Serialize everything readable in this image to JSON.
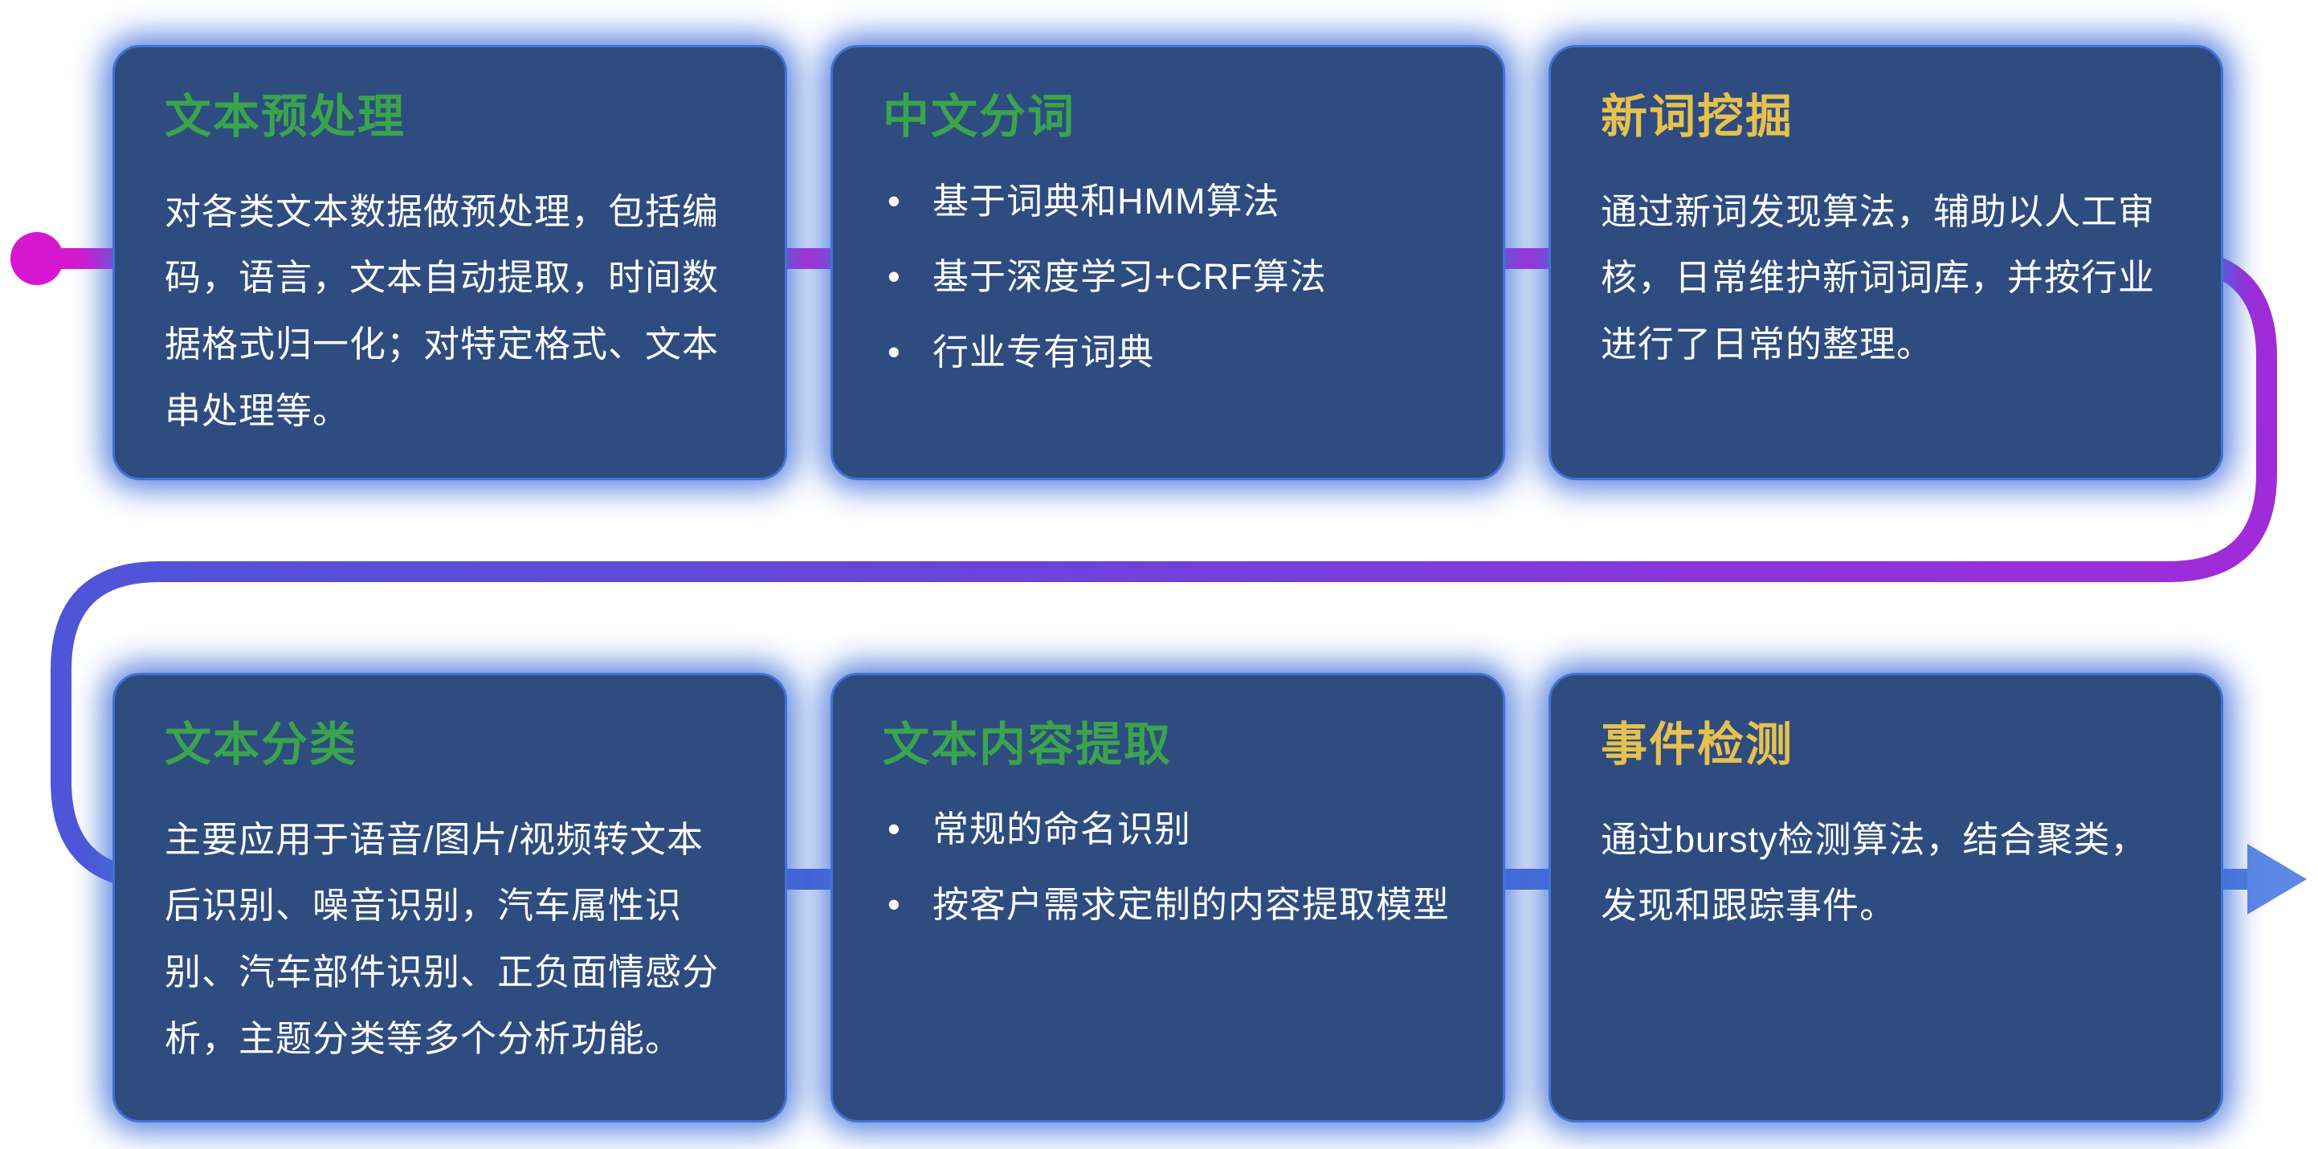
{
  "page": {
    "background": "#ffffff",
    "description_colors": {
      "card_background": "#2e4c80",
      "card_glow_blue": "#3e70da",
      "title_green": "#3aa44c",
      "title_yellow": "#e6c14e",
      "body_text": "#ffffff"
    }
  },
  "flow": {
    "start_dot_color": "#d518cf",
    "line_magenta": "#cb1cd1",
    "line_purple": "#9b32d8",
    "line_blue": "#4a60d6",
    "line_end_blue": "#4f7edd",
    "arrow_color": "#5d87e4"
  },
  "cards": [
    {
      "id": "text-preprocessing",
      "title": "文本预处理",
      "title_color": "#3aa44c",
      "body": "对各类文本数据做预处理，包括编码，语言，文本自动提取，时间数据格式归一化；对特定格式、文本串处理等。"
    },
    {
      "id": "chinese-word-segmentation",
      "title": "中文分词",
      "title_color": "#3aa44c",
      "bullets": [
        "基于词典和HMM算法",
        "基于深度学习+CRF算法",
        "行业专有词典"
      ]
    },
    {
      "id": "new-word-mining",
      "title": "新词挖掘",
      "title_color": "#e6c14e",
      "body": "通过新词发现算法，辅助以人工审核，日常维护新词词库，并按行业进行了日常的整理。"
    },
    {
      "id": "text-classification",
      "title": "文本分类",
      "title_color": "#3aa44c",
      "body": "主要应用于语音/图片/视频转文本后识别、噪音识别，汽车属性识别、汽车部件识别、正负面情感分析，主题分类等多个分析功能。"
    },
    {
      "id": "text-content-extraction",
      "title": "文本内容提取",
      "title_color": "#3aa44c",
      "bullets": [
        "常规的命名识别",
        "按客户需求定制的内容提取模型"
      ]
    },
    {
      "id": "event-detection",
      "title": "事件检测",
      "title_color": "#e6c14e",
      "body": "通过bursty检测算法，结合聚类，发现和跟踪事件。"
    }
  ]
}
